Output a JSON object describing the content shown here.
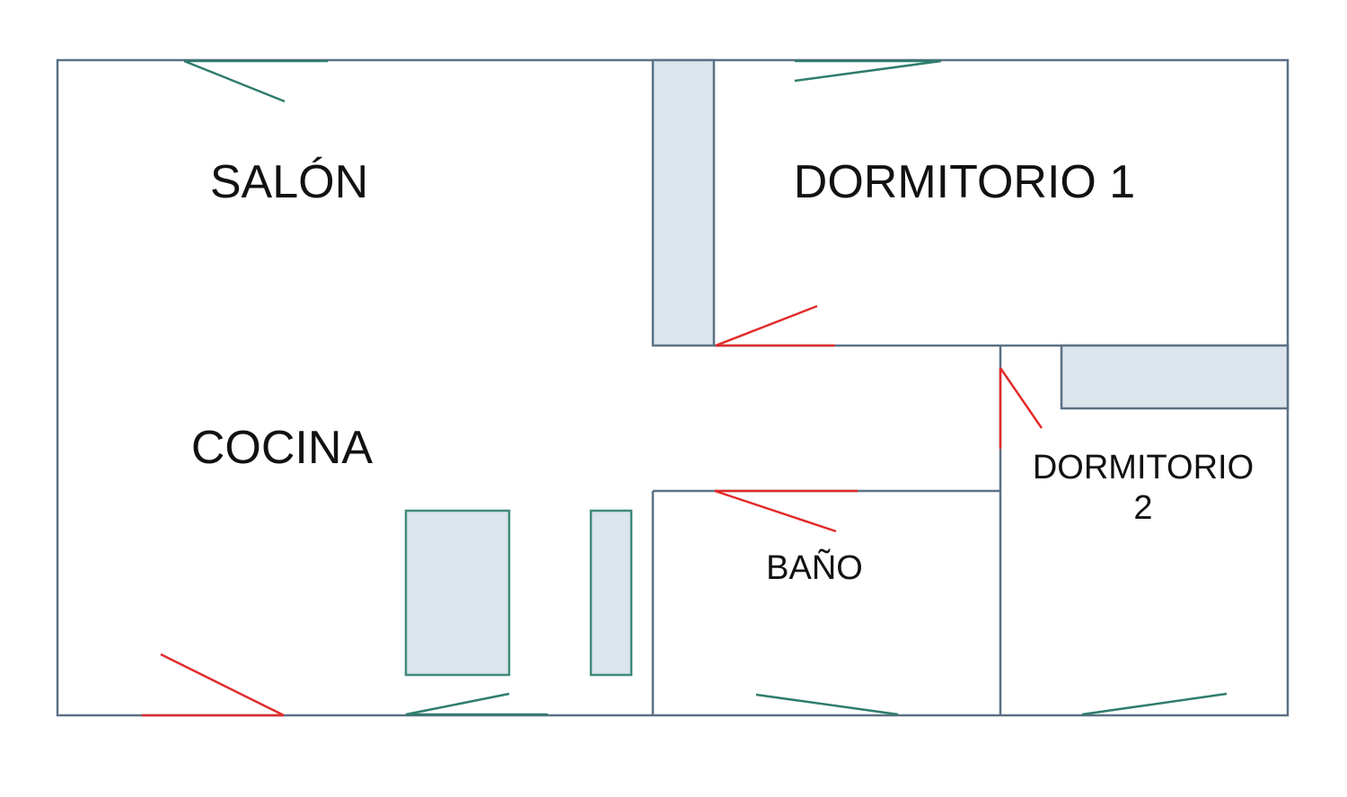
{
  "rooms": {
    "salon": "SALÓN",
    "dormitorio1": "DORMITORIO 1",
    "cocina": "COCINA",
    "dormitorio2_line1": "DORMITORIO",
    "dormitorio2_line2": "2",
    "bano": "BAÑO"
  },
  "colors": {
    "wall": "#5a7185",
    "furniture_fill": "#dce4ec",
    "window": "#2f7c6c",
    "door": "#e02b2b"
  }
}
